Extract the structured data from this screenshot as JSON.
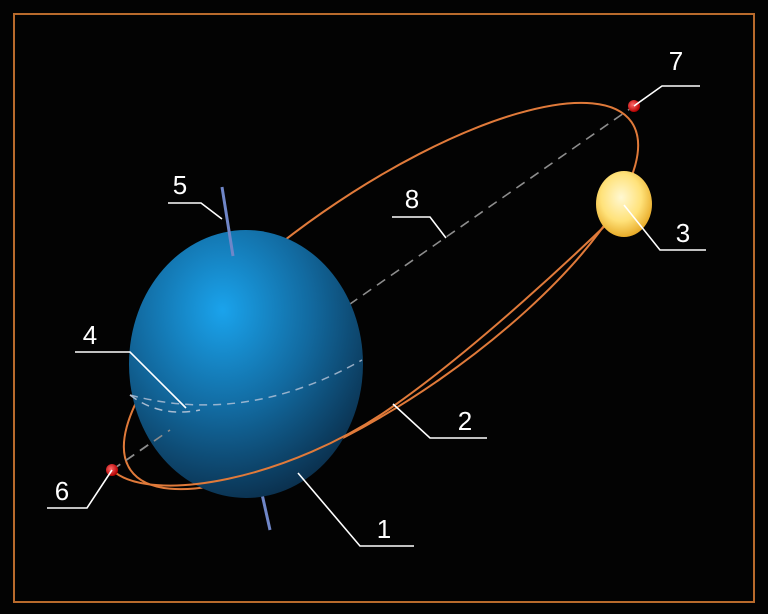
{
  "colors": {
    "background": "#030303",
    "frame": "#b86a2c",
    "orbit": "#e07a3a",
    "leader_line": "#ffffff",
    "axis": "#6f86c8",
    "apsides_line": "#8d8d8d",
    "equator": "#b9c6d9",
    "apsis_point": "#e02020",
    "planet_light": "#1f9be0",
    "planet_dark": "#0a2c48",
    "sun_light": "#fff6c4",
    "sun_dark": "#f0b832"
  },
  "labels": [
    {
      "id": "1",
      "text": "1"
    },
    {
      "id": "2",
      "text": "2"
    },
    {
      "id": "3",
      "text": "3"
    },
    {
      "id": "4",
      "text": "4"
    },
    {
      "id": "5",
      "text": "5"
    },
    {
      "id": "6",
      "text": "6"
    },
    {
      "id": "7",
      "text": "7"
    },
    {
      "id": "8",
      "text": "8"
    }
  ]
}
